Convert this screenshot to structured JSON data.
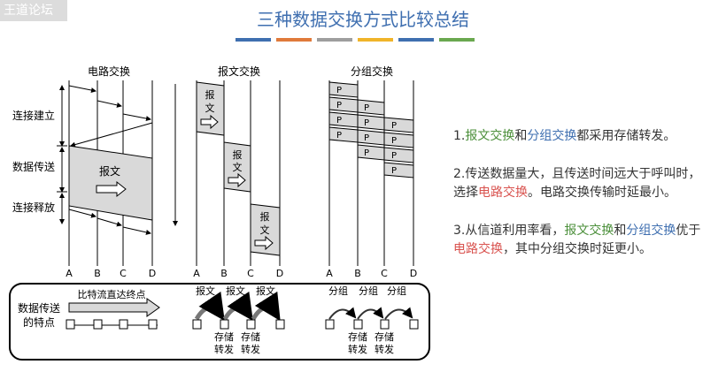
{
  "watermark": "王道论坛",
  "title": "三种数据交换方式比较总结",
  "deco_colors": [
    "#3f6fb0",
    "#e07a3a",
    "#9e9e9e",
    "#f0b429",
    "#3f6fb0",
    "#6aa84f"
  ],
  "figure": {
    "col_titles": [
      "电路交换",
      "报文交换",
      "分组交换"
    ],
    "phases": [
      "连接建立",
      "数据传送",
      "连接释放"
    ],
    "node_letters": [
      "A",
      "B",
      "C",
      "D"
    ],
    "message_char_1": "报",
    "message_char_2": "文",
    "circuit_message": "报文",
    "packet_label": "P",
    "bottom_title_1": "数据传送",
    "bottom_title_2": "的特点",
    "bit_stream": "比特流直达终点",
    "msg_tag": "报文",
    "pkt_tag": "分组",
    "store_1": "存储",
    "store_2": "转发"
  },
  "notes": [
    {
      "num": "1.",
      "parts": [
        {
          "t": "报文交换",
          "c": "green"
        },
        {
          "t": "和",
          "c": ""
        },
        {
          "t": "分组交换",
          "c": "blue"
        },
        {
          "t": "都采用存储转发。",
          "c": ""
        }
      ]
    },
    {
      "num": "2.",
      "parts": [
        {
          "t": "传送数据量大，且传送时间远大于呼叫时，选择",
          "c": ""
        },
        {
          "t": "电路交换",
          "c": "red"
        },
        {
          "t": "。电路交换传输时延最小。",
          "c": ""
        }
      ]
    },
    {
      "num": "3.",
      "parts": [
        {
          "t": "从信道利用率看，",
          "c": ""
        },
        {
          "t": "报文交换",
          "c": "green"
        },
        {
          "t": "和",
          "c": ""
        },
        {
          "t": "分组交换",
          "c": "blue"
        },
        {
          "t": "优于",
          "c": ""
        },
        {
          "t": "电路交换",
          "c": "red"
        },
        {
          "t": "，其中分组交换时延更小。",
          "c": ""
        }
      ]
    }
  ]
}
